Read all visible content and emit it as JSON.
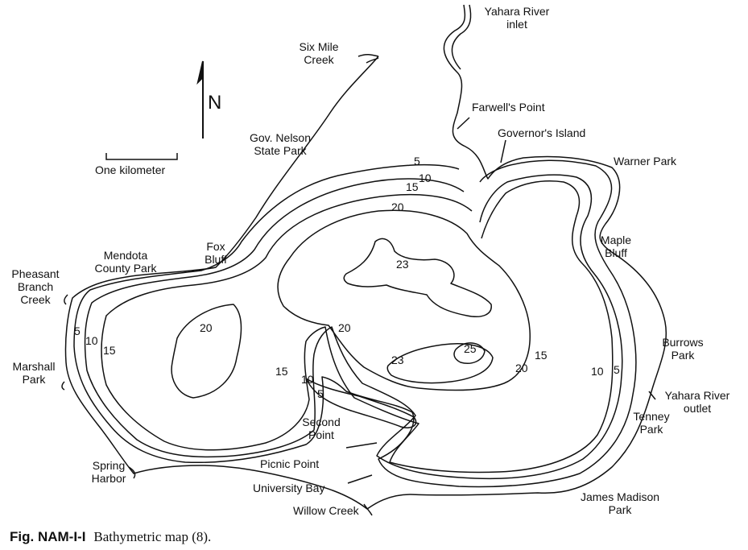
{
  "north_label": "N",
  "scale_label": "One kilometer",
  "caption": {
    "fig": "Fig. NAM-I-I",
    "text": "Bathymetric map (8)."
  },
  "labels": {
    "yahara_inlet_1": "Yahara River",
    "yahara_inlet_2": "inlet",
    "six_mile_1": "Six Mile",
    "six_mile_2": "Creek",
    "farwell": "Farwell's Point",
    "governors_island": "Governor's Island",
    "gov_nelson_1": "Gov. Nelson",
    "gov_nelson_2": "State Park",
    "warner_park": "Warner Park",
    "fox_bluff_1": "Fox",
    "fox_bluff_2": "Bluff",
    "mendota_1": "Mendota",
    "mendota_2": "County Park",
    "maple_bluff_1": "Maple",
    "maple_bluff_2": "Bluff",
    "pheasant_1": "Pheasant",
    "pheasant_2": "Branch",
    "pheasant_3": "Creek",
    "burrows_1": "Burrows",
    "burrows_2": "Park",
    "marshall_1": "Marshall",
    "marshall_2": "Park",
    "yahara_outlet_1": "Yahara River",
    "yahara_outlet_2": "outlet",
    "tenney_1": "Tenney",
    "tenney_2": "Park",
    "second_point_1": "Second",
    "second_point_2": "Point",
    "picnic_point": "Picnic Point",
    "spring_harbor_1": "Spring",
    "spring_harbor_2": "Harbor",
    "university_bay": "University Bay",
    "james_madison_1": "James Madison",
    "james_madison_2": "Park",
    "willow_creek": "Willow Creek"
  },
  "depths": {
    "d5_north": "5",
    "d10_north": "10",
    "d15_north": "15",
    "d20_north": "20",
    "d23_north": "23",
    "d5_west": "5",
    "d10_west": "10",
    "d15_west": "15",
    "d20_west": "20",
    "d20_center": "20",
    "d15_center": "15",
    "d10_center": "10",
    "d5_south": "5",
    "d23_south": "23",
    "d25": "25",
    "d20_east": "20",
    "d15_east": "15",
    "d10_east": "10",
    "d5_east": "5"
  }
}
